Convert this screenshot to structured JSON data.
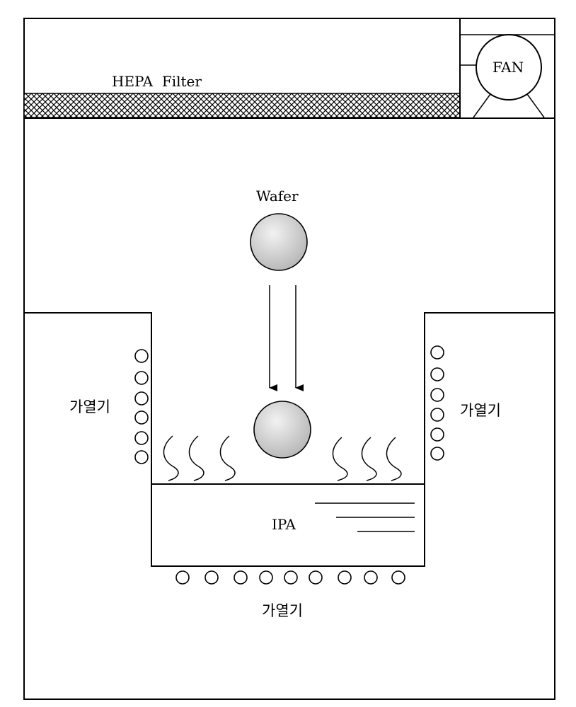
{
  "labels": {
    "hepa_filter": "HEPA  Filter",
    "fan": "FAN",
    "wafer": "Wafer",
    "ipa": "IPA",
    "heater_left": "가열기",
    "heater_right": "가열기",
    "heater_bottom": "가열기"
  },
  "colors": {
    "wafer_fill_light": "#f2f2f2",
    "wafer_fill_dark": "#b5b5b5",
    "filter_hatch": "#000000",
    "line": "#000000",
    "background": "#ffffff"
  }
}
